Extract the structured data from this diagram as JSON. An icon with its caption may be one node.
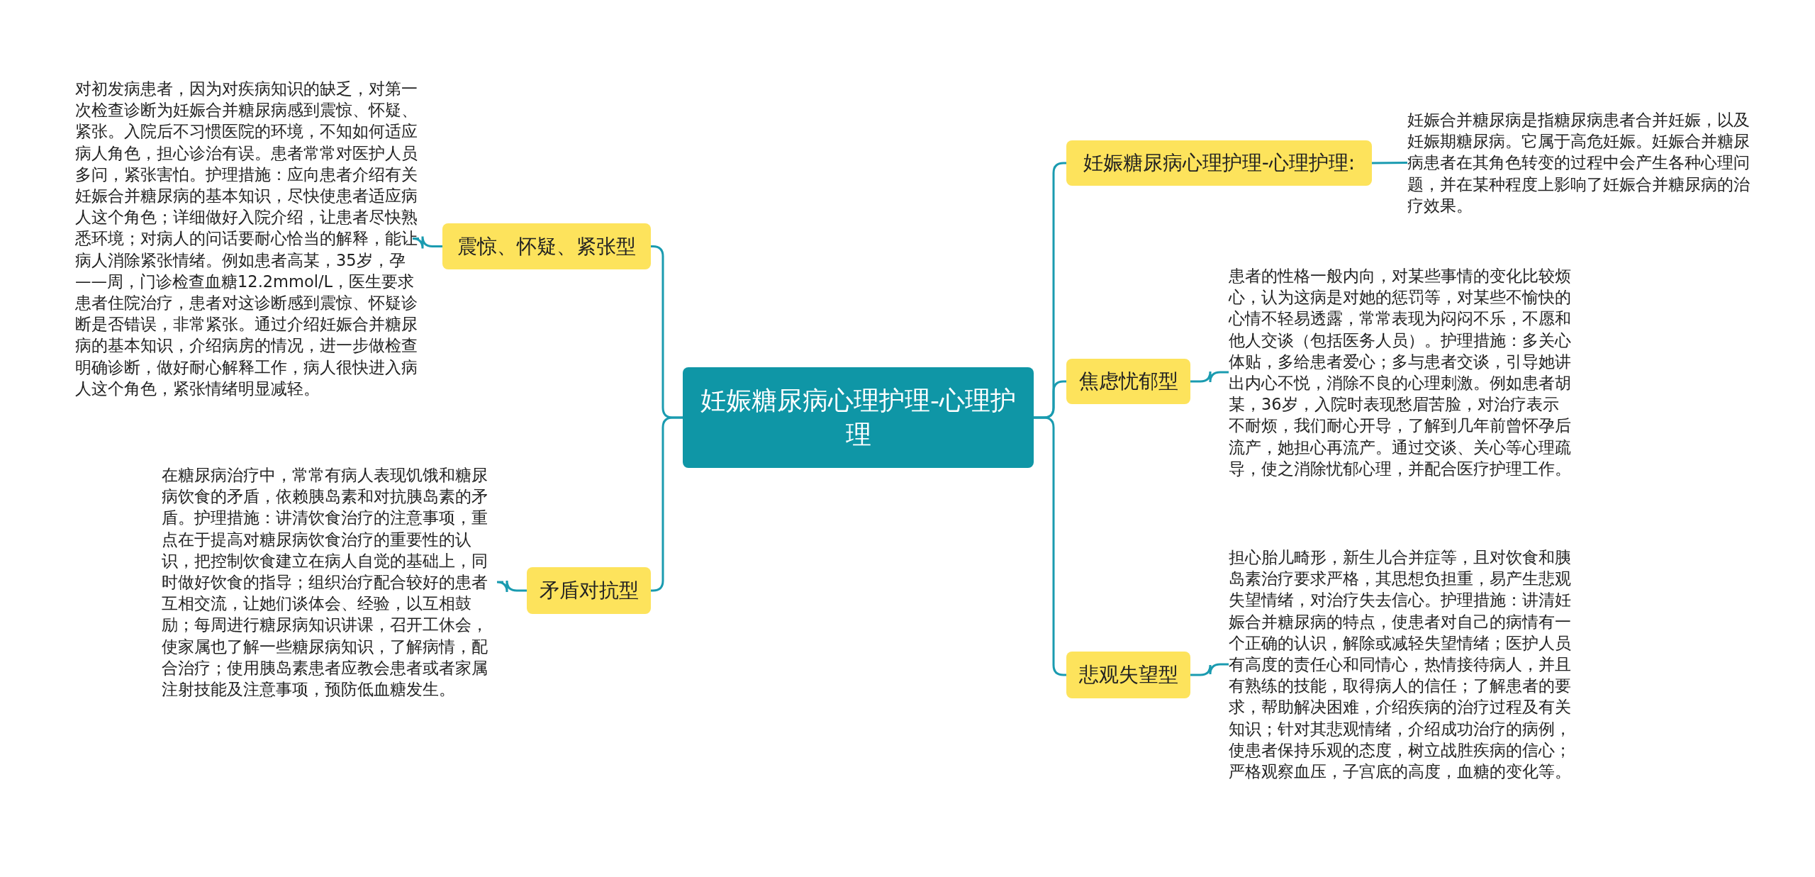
{
  "diagram": {
    "nodes": [
      {
        "text": [
          "妊娠糖尿病心理护理-心理护理"
        ]
      },
      {
        "text": [
          "震惊、怀疑、紧张型"
        ]
      },
      {
        "text": [
          "对初发病患者，因为对疾病知识的缺乏，对第一次检查诊断为妊娠合并糖尿病感到震惊、怀疑、紧张。入院后不习惯医院的环境，不知如何适应病人角色，担心诊治有误。患者常常对医护人员多问，紧张害怕。护理措施：应向患者介绍有关妊娠合并糖尿病的基本知识，尽快使患者适应病人这个角色；详细做好入院介绍，让患者尽快熟悉环境；对病人的问话要耐心恰当的解释，能让病人消除紧张情绪。例如患者高某，35岁，孕——周，门诊检查血糖12.2mmol/L，医生要求患者住院治疗，患者对这诊断感到震惊、怀疑诊断是否错误，非常紧张。通过介绍妊娠合并糖尿病的基本知识，介绍病房的情况，进一步做检查明确诊断，做好耐心解释工作，病人很快进入病人这个角色，紧张情绪明显减轻。"
        ]
      },
      {
        "text": [
          "矛盾对抗型"
        ]
      },
      {
        "text": [
          "在糖尿病治疗中，常常有病人表现饥饿和糖尿病饮食的矛盾，依赖胰岛素和对抗胰岛素的矛盾。护理措施：讲清饮食治疗的注意事项，重点在于提高对糖尿病饮食治疗的重要性的认识，把控制饮食建立在病人自觉的基础上，同时做好饮食的指导；组织治疗配合较好的患者互相交流，让她们谈体会、经验，以互相鼓励；每周进行糖尿病知识讲课，召开工休会，使家属也了解一些糖尿病知识，了解病情，配合治疗；使用胰岛素患者应教会患者或者家属注射技能及注意事项，预防低血糖发生。"
        ]
      },
      {
        "text": [
          "妊娠糖尿病心理护理-心理护理:"
        ]
      },
      {
        "text": [
          "妊娠合并糖尿病是指糖尿病患者合并妊娠，以及妊娠期糖尿病。它属于高危妊娠。妊娠合并糖尿病患者在其角色转变的过程中会产生各种心理问题，并在某种程度上影响了妊娠合并糖尿病的治疗效果。"
        ]
      },
      {
        "text": [
          "焦虑忧郁型"
        ]
      },
      {
        "text": [
          "患者的性格一般内向，对某些事情的变化比较烦心，认为这病是对她的惩罚等，对某些不愉快的心情不轻易透露，常常表现为闷闷不乐，不愿和他人交谈（包括医务人员）。护理措施：多关心体贴，多给患者爱心；多与患者交谈，引导她讲出内心不悦，消除不良的心理刺激。例如患者胡某，36岁，入院时表现愁眉苦脸，对治疗表示不耐烦，我们耐心开导，了解到几年前曾怀孕后流产，她担心再流产。通过交谈、关心等心理疏导，使之消除忧郁心理，并配合医疗护理工作。"
        ]
      },
      {
        "text": [
          "悲观失望型"
        ]
      },
      {
        "text": [
          "担心胎儿畸形，新生儿合并症等，且对饮食和胰岛素治疗要求严格，其思想负担重，易产生悲观失望情绪，对治疗失去信心。护理措施：讲清妊娠合并糖尿病的特点，使患者对自己的病情有一个正确的认识，解除或减轻失望情绪；医护人员有高度的责任心和同情心，热情接待病人，并且有熟练的技能，取得病人的信任；了解患者的要求，帮助解决困难，介绍疾病的治疗过程及有关知识；针对其悲观情绪，介绍成功治疗的病例，使患者保持乐观的态度，树立战胜疾病的信心；严格观察血压，子宫底的高度，血糖的变化等。"
        ]
      }
    ],
    "edges": [
      {
        "from": 0,
        "to": 1,
        "arrow": "none"
      },
      {
        "from": 1,
        "to": 2,
        "arrow": "none"
      },
      {
        "from": 0,
        "to": 3,
        "arrow": "none"
      },
      {
        "from": 3,
        "to": 4,
        "arrow": "none"
      },
      {
        "from": 0,
        "to": 5,
        "arrow": "none"
      },
      {
        "from": 5,
        "to": 6,
        "arrow": "none"
      },
      {
        "from": 0,
        "to": 7,
        "arrow": "none"
      },
      {
        "from": 7,
        "to": 8,
        "arrow": "none"
      },
      {
        "from": 0,
        "to": 9,
        "arrow": "none"
      },
      {
        "from": 9,
        "to": 10,
        "arrow": "none"
      }
    ]
  }
}
